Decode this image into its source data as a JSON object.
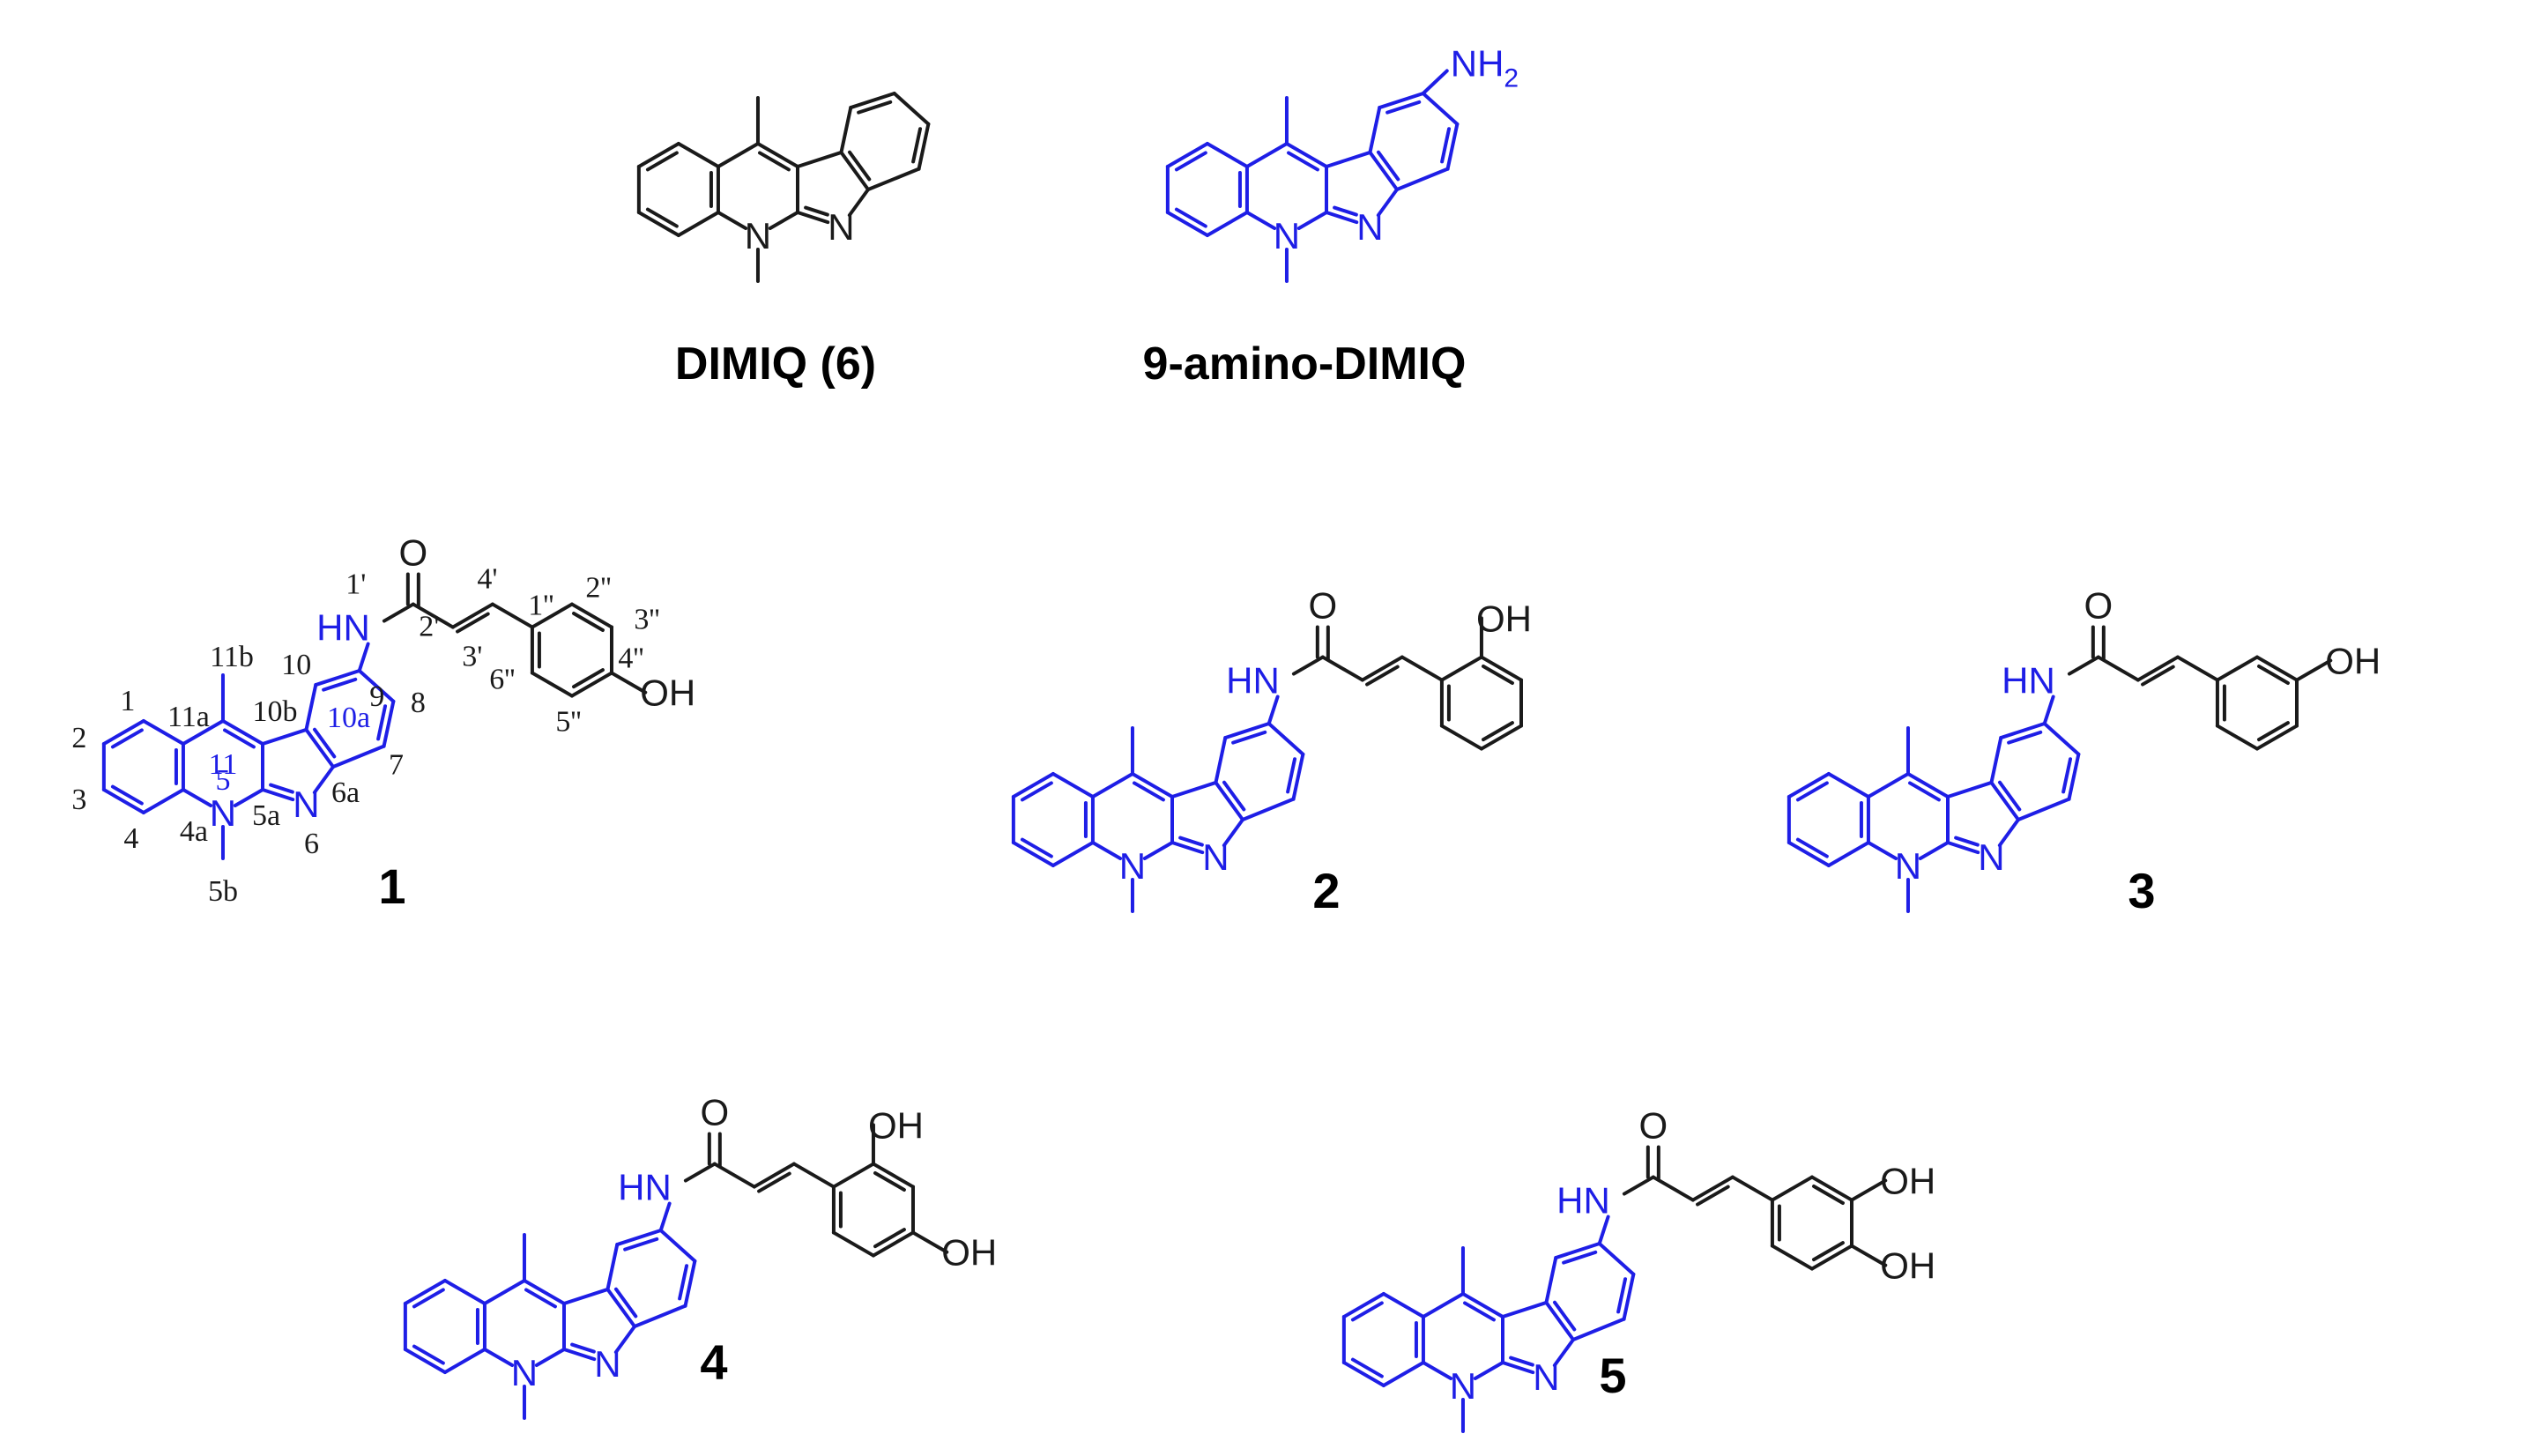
{
  "colors": {
    "scaffold": "#1e1ee6",
    "sidechain": "#1a1a1a",
    "background": "#ffffff"
  },
  "atom_labels": {
    "N": "N",
    "NH2": "NH",
    "NH2_sub": "2",
    "HN": "HN",
    "O": "O",
    "OH": "OH"
  },
  "structures": [
    {
      "id": "s6",
      "caption": "DIMIQ (6)"
    },
    {
      "id": "samino",
      "caption": "9-amino-DIMIQ"
    },
    {
      "id": "s1",
      "caption": "1"
    },
    {
      "id": "s2",
      "caption": "2"
    },
    {
      "id": "s3",
      "caption": "3"
    },
    {
      "id": "s4",
      "caption": "4"
    },
    {
      "id": "s5",
      "caption": "5"
    }
  ],
  "locants": {
    "scaffold_black": [
      "1",
      "2",
      "3",
      "4",
      "4a",
      "11a",
      "11b",
      "10b",
      "5a",
      "6",
      "6a",
      "7",
      "8",
      "9",
      "10",
      "5b"
    ],
    "scaffold_blue": [
      "11",
      "5",
      "10a"
    ],
    "side_chain": [
      "1'",
      "2'",
      "3'",
      "4'",
      "1''",
      "2''",
      "3''",
      "4''",
      "5''",
      "6''"
    ]
  }
}
